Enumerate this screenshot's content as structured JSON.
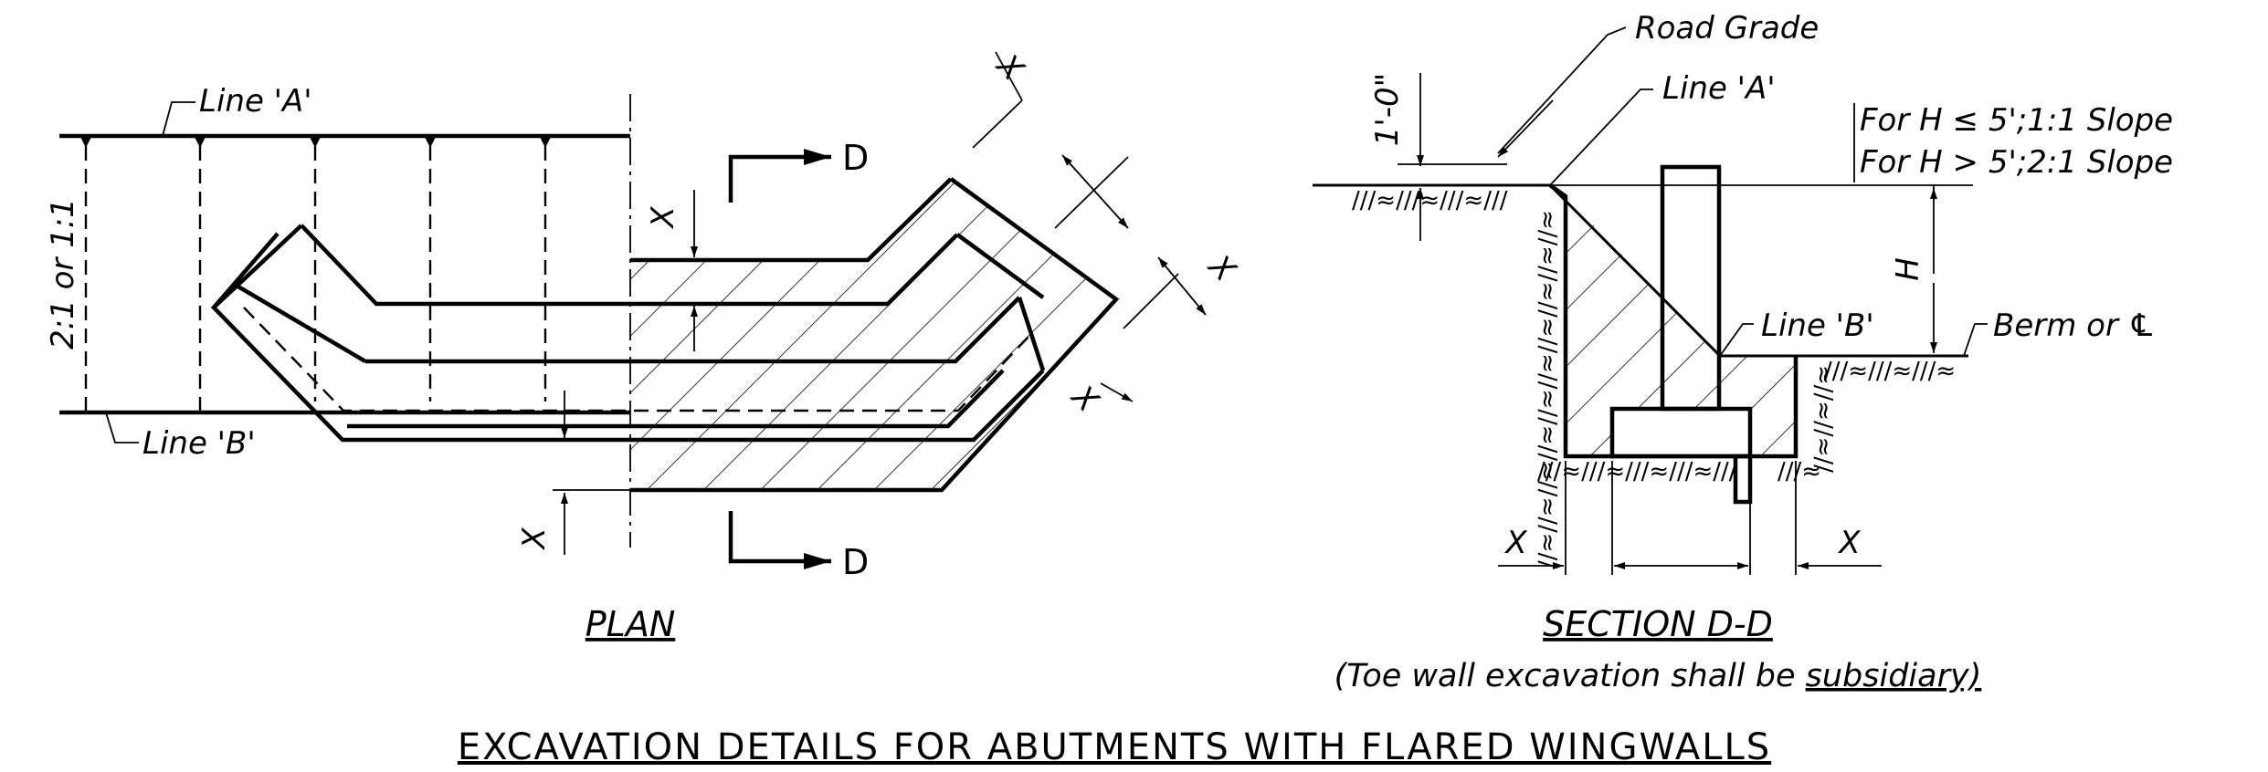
{
  "plan": {
    "title": "PLAN",
    "line_a_label": "Line 'A'",
    "line_b_label": "Line 'B'",
    "slope_label": "2:1 or 1:1",
    "section_mark": "D",
    "dim_label": "X"
  },
  "section": {
    "title": "SECTION D-D",
    "road_grade_label": "Road Grade",
    "line_a_label": "Line 'A'",
    "line_b_label": "Line 'B'",
    "height_dim": "1'-0\"",
    "slope_note_1": "For H  ≤  5';1:1 Slope",
    "slope_note_2": "For H  >  5';2:1 Slope",
    "h_label": "H",
    "berm_label": "Berm or ℄",
    "dim_label": "X",
    "note_prefix": "(Toe wall excavation shall be ",
    "note_underlined": "subsidiary)"
  },
  "main_title": "EXCAVATION DETAILS FOR ABUTMENTS WITH FLARED WINGWALLS"
}
